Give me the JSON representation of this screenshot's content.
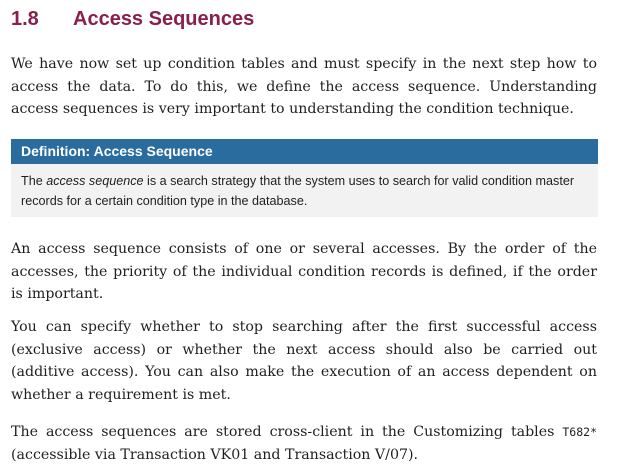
{
  "section": {
    "number": "1.8",
    "title": "Access Sequences"
  },
  "intro": "We have now set up condition tables and must specify in the next step how to access the data. To do this, we define the access sequence. Understanding access sequences is very important to understanding the condition technique.",
  "definition": {
    "title": "Definition: Access Sequence",
    "text_before": "The ",
    "term": "access sequence",
    "text_after": " is a search strategy that the system uses to search for valid condition master records for a certain condition type in the database."
  },
  "body": {
    "paragraph_1": "An access sequence consists of one or several accesses. By the order of the accesses, the priority of the individual condition records is defined, if the order is important.",
    "paragraph_2": "You can specify whether to stop searching after the first successful access (exclu­sive access) or whether the next access should also be carried out (additive access). You can also make the execution of an access dependent on whether a requirement is met.",
    "paragraph_3_before": "The access sequences are stored cross-client in the Customizing tables ",
    "table_name": "T682*",
    "paragraph_3_after": " (accessible via Transaction VK01 and Transaction V/07)."
  }
}
